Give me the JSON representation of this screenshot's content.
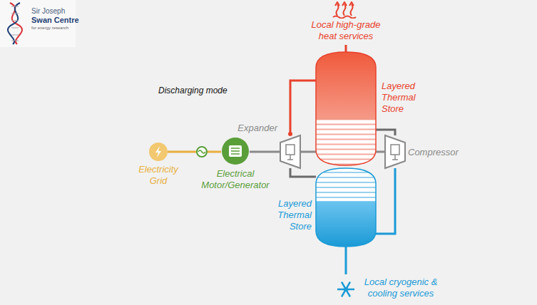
{
  "diagram": {
    "nodes": [
      {
        "text": [
          "Electricity Grid"
        ]
      },
      {
        "text": [
          "Electrical Motor/Generator"
        ]
      },
      {
        "text": [
          "Expander"
        ]
      },
      {
        "text": [
          "Compressor"
        ]
      },
      {
        "text": [
          "Layered Thermal Store"
        ]
      },
      {
        "text": [
          "Layered Thermal Store"
        ]
      },
      {
        "text": [
          "Local high-grade heat services"
        ]
      },
      {
        "text": [
          "Local cryogenic & cooling services"
        ]
      }
    ],
    "edges": [
      {
        "from": 0,
        "to": 1,
        "arrow": "none"
      },
      {
        "from": 1,
        "to": 2,
        "arrow": "none"
      },
      {
        "from": 2,
        "to": 3,
        "arrow": "none"
      },
      {
        "from": 2,
        "to": 4,
        "arrow": "none"
      },
      {
        "from": 4,
        "to": 3,
        "arrow": "none"
      },
      {
        "from": 3,
        "to": 5,
        "arrow": "none"
      },
      {
        "from": 2,
        "to": 5,
        "arrow": "none"
      },
      {
        "from": 4,
        "to": 6,
        "arrow": "none"
      },
      {
        "from": 5,
        "to": 7,
        "arrow": "none"
      }
    ],
    "labels": [
      "Sir Joseph",
      "Swan Centre",
      "for energy research",
      "Discharging mode"
    ]
  }
}
